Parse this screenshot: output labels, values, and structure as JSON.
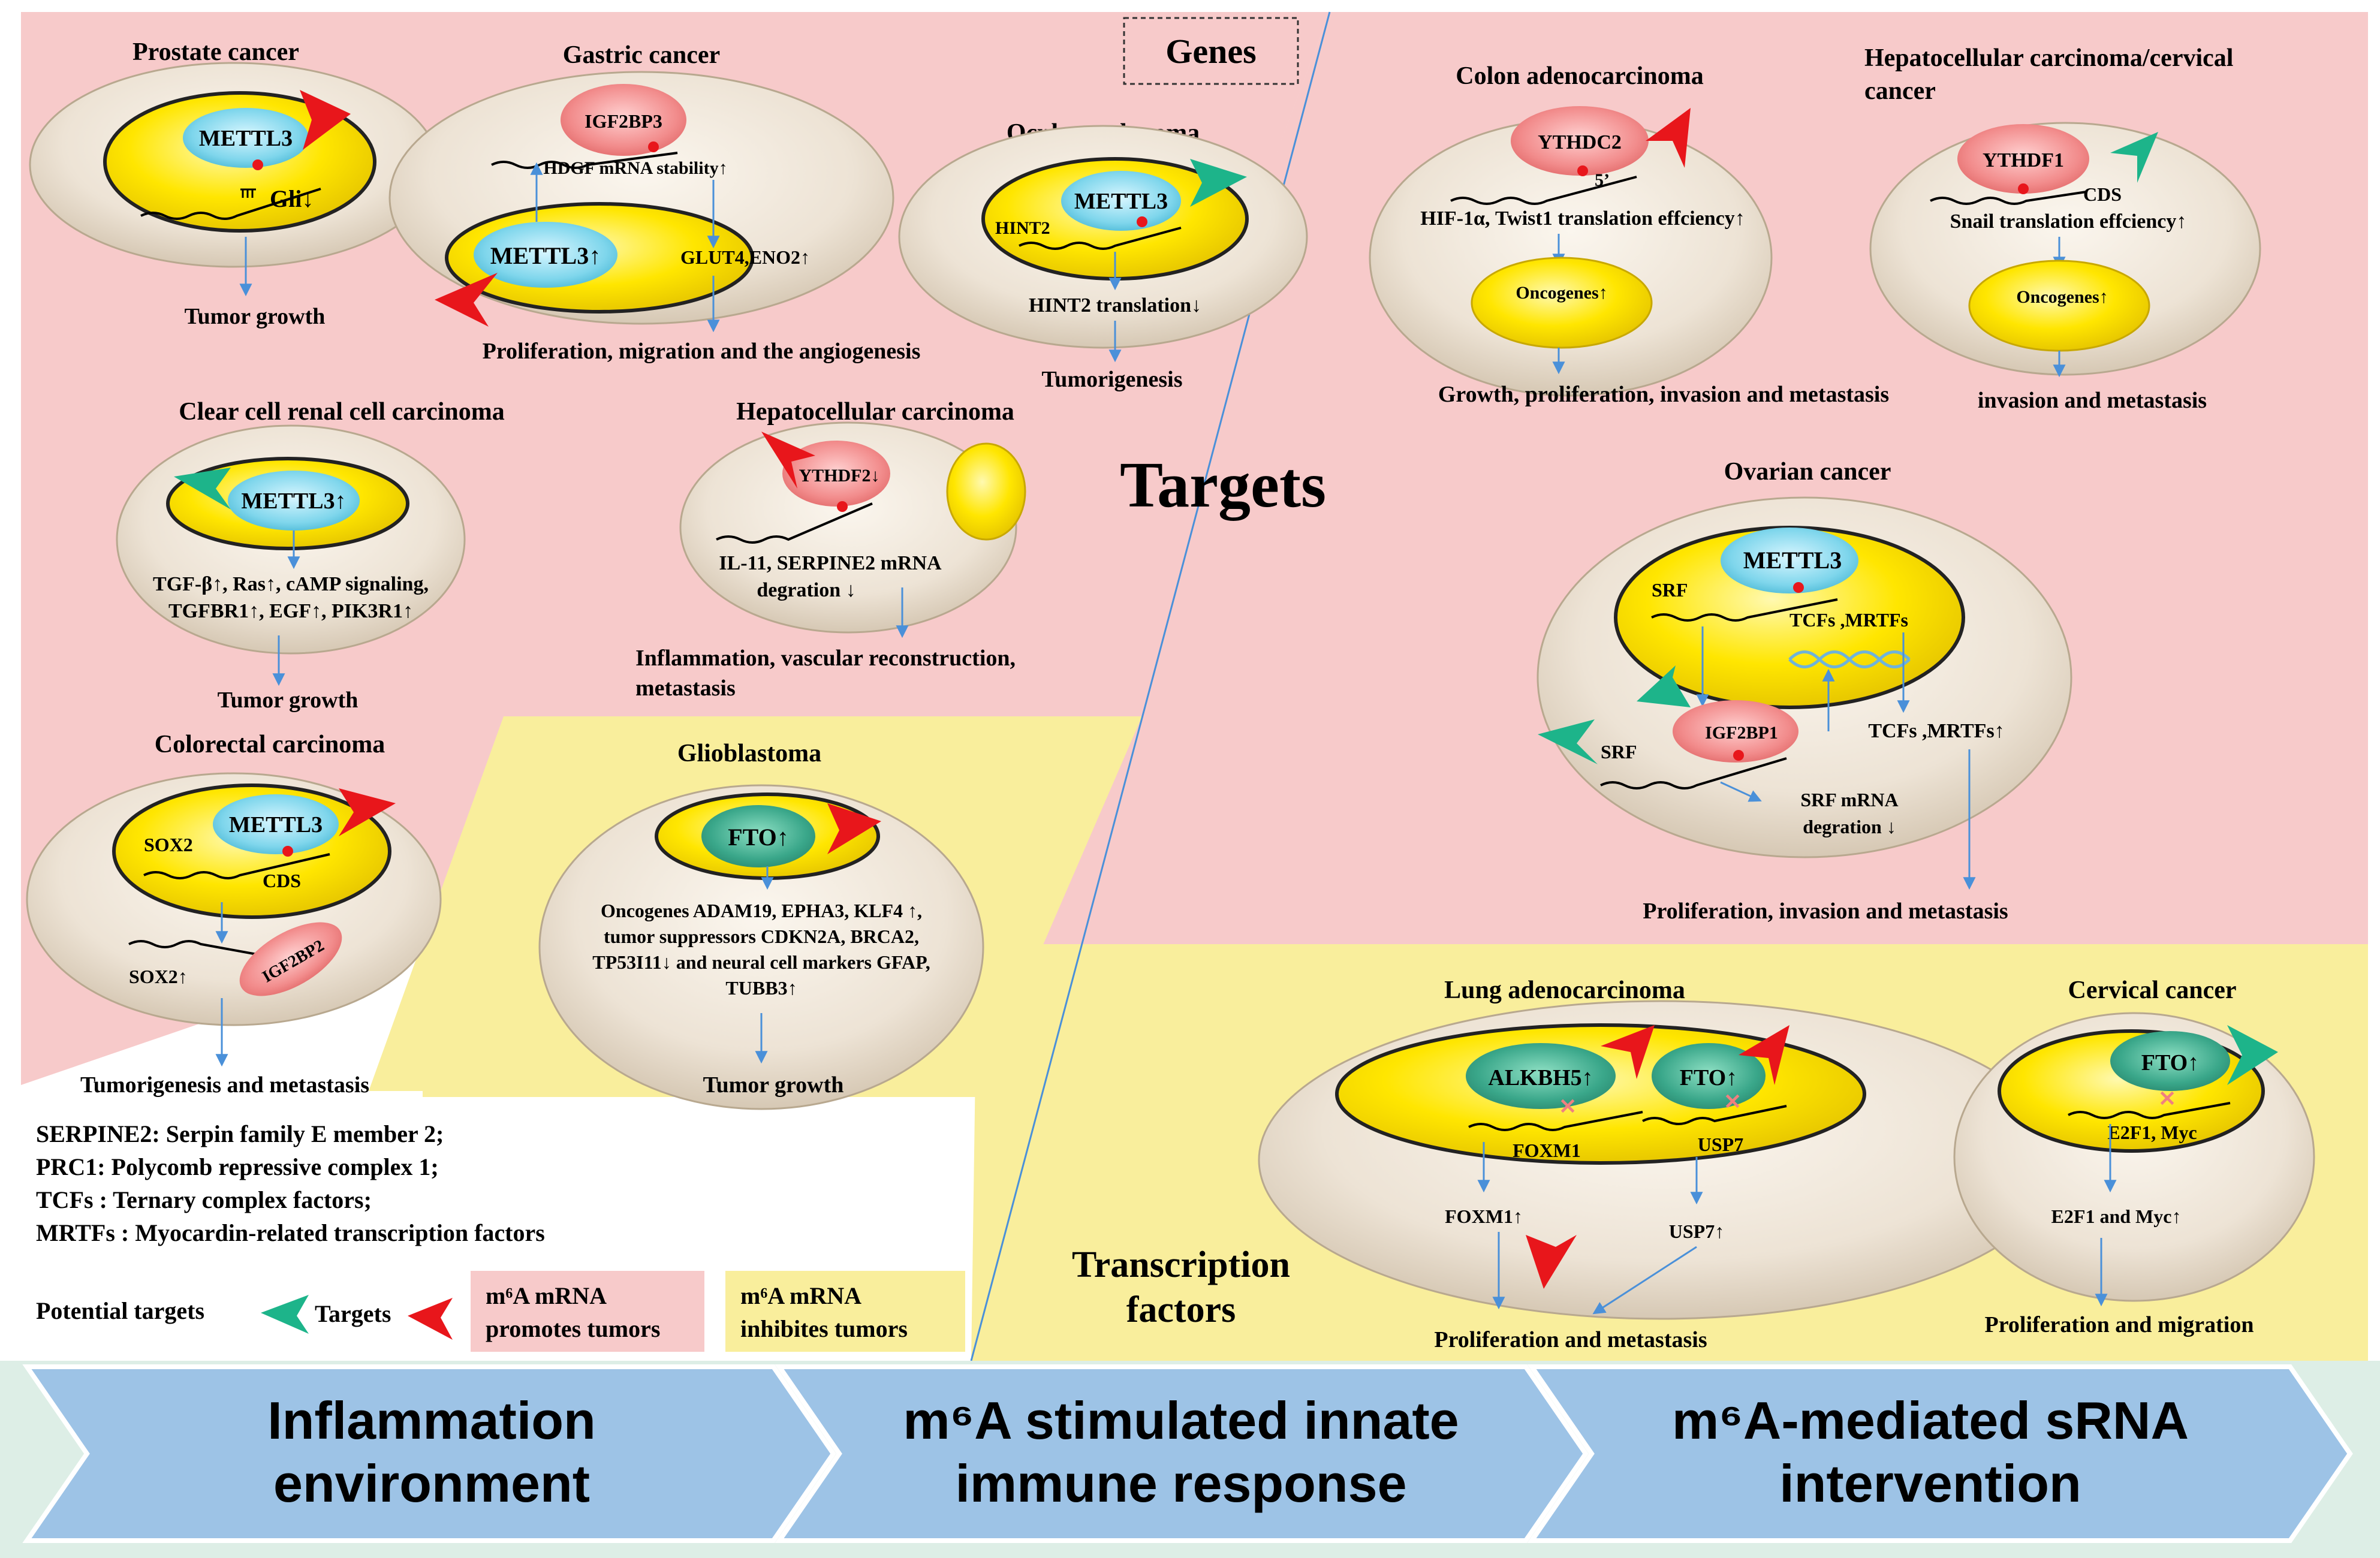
{
  "headers": {
    "genes": "Genes",
    "targets": "Targets",
    "transcription_factors_line1": "Transcription",
    "transcription_factors_line2": "factors"
  },
  "colors": {
    "promotes_bg": "#F7CACA",
    "inhibits_bg": "#F9EE9C",
    "cell_outer": "#EBE1D2",
    "nucleus": "#FFE600",
    "methyltransferase": "#5AC8E0",
    "reader": "#F08080",
    "eraser": "#3AA78A",
    "target_arrow": "#E8161B",
    "potential_arrow": "#1DB48A",
    "flow_arrow": "#4A90D9",
    "banner": "#9DC3E6",
    "banner_bg": "#DDEEE6"
  },
  "panels": {
    "prostate": {
      "title": "Prostate cancer",
      "enzyme": "METTL3",
      "gene": "Gli↓",
      "outcome": "Tumor growth"
    },
    "gastric": {
      "title": "Gastric cancer",
      "reader": "IGF2BP3",
      "note": "HDGF mRNA stability↑",
      "enzyme": "METTL3↑",
      "genes": "GLUT4,ENO2↑",
      "outcome": "Proliferation, migration and the angiogenesis"
    },
    "ocular": {
      "title": "Ocular melanoma",
      "enzyme": "METTL3",
      "gene": "HINT2",
      "note": "HINT2 translation↓",
      "outcome": "Tumorigenesis"
    },
    "ccrcc": {
      "title": "Clear cell renal cell carcinoma",
      "enzyme": "METTL3↑",
      "line1": "TGF-β↑, Ras↑, cAMP signaling,",
      "line2": "TGFBR1↑, EGF↑, PIK3R1↑",
      "outcome": "Tumor growth"
    },
    "hcc1": {
      "title": "Hepatocellular carcinoma",
      "reader": "YTHDF2↓",
      "line1": "IL-11, SERPINE2  mRNA",
      "line2": "degration ↓",
      "outcome1": "Inflammation, vascular reconstruction,",
      "outcome2": "metastasis"
    },
    "colorectal": {
      "title": "Colorectal carcinoma",
      "enzyme": "METTL3",
      "gene": "SOX2",
      "cds": "CDS",
      "reader": "IGF2BP2",
      "gene_up": "SOX2↑",
      "outcome": "Tumorigenesis and metastasis"
    },
    "glioblastoma": {
      "title": "Glioblastoma",
      "enzyme": "FTO↑",
      "line1": "Oncogenes ADAM19, EPHA3, KLF4 ↑,",
      "line2": "tumor suppressors CDKN2A, BRCA2,",
      "line3": "TP53I11↓ and neural cell markers GFAP,",
      "line4": "TUBB3↑",
      "outcome": "Tumor growth"
    },
    "colon": {
      "title": "Colon adenocarcinoma",
      "reader": "YTHDC2",
      "five_prime": "5’",
      "note": "HIF-1α, Twist1  translation effciency↑",
      "nucleus": "Oncogenes↑",
      "outcome": "Growth, proliferation, invasion and metastasis"
    },
    "hcc2": {
      "title1": "Hepatocellular carcinoma/cervical",
      "title2": "cancer",
      "reader": "YTHDF1",
      "cds": "CDS",
      "note": "Snail  translation effciency↑",
      "nucleus": "Oncogenes↑",
      "outcome": "invasion and metastasis"
    },
    "ovarian": {
      "title": "Ovarian cancer",
      "enzyme": "METTL3",
      "srf_inner": "SRF",
      "tcfs_inner": "TCFs ,MRTFs",
      "reader": "IGF2BP1",
      "srf_outer": "SRF",
      "tcfs_outer": "TCFs ,MRTFs↑",
      "note1": "SRF mRNA",
      "note2": "degration ↓",
      "outcome": "Proliferation, invasion and metastasis"
    },
    "lung": {
      "title": "Lung adenocarcinoma",
      "enzyme1": "ALKBH5↑",
      "enzyme2": "FTO↑",
      "gene1": "FOXM1",
      "gene2": "USP7",
      "gene1_up": "FOXM1↑",
      "gene2_up": "USP7↑",
      "outcome": "Proliferation and metastasis"
    },
    "cervical": {
      "title": "Cervical cancer",
      "enzyme": "FTO↑",
      "gene": "E2F1, Myc",
      "gene_up": "E2F1 and Myc↑",
      "outcome": "Proliferation and migration"
    }
  },
  "abbreviations": [
    "SERPINE2: Serpin family E member 2;",
    "PRC1: Polycomb repressive complex 1;",
    "TCFs : Ternary complex factors;",
    "MRTFs : Myocardin-related transcription factors"
  ],
  "legend": {
    "potential_targets": "Potential targets",
    "targets": "Targets",
    "promotes_line1": "m⁶A mRNA",
    "promotes_line2": "promotes tumors",
    "inhibits_line1": "m⁶A mRNA",
    "inhibits_line2": "inhibites tumors"
  },
  "banner": {
    "step1_line1": "Inflammation",
    "step1_line2": "environment",
    "step2_line1": "m⁶A stimulated innate",
    "step2_line2": "immune response",
    "step3_line1": "m⁶A-mediated sRNA",
    "step3_line2": "intervention"
  }
}
